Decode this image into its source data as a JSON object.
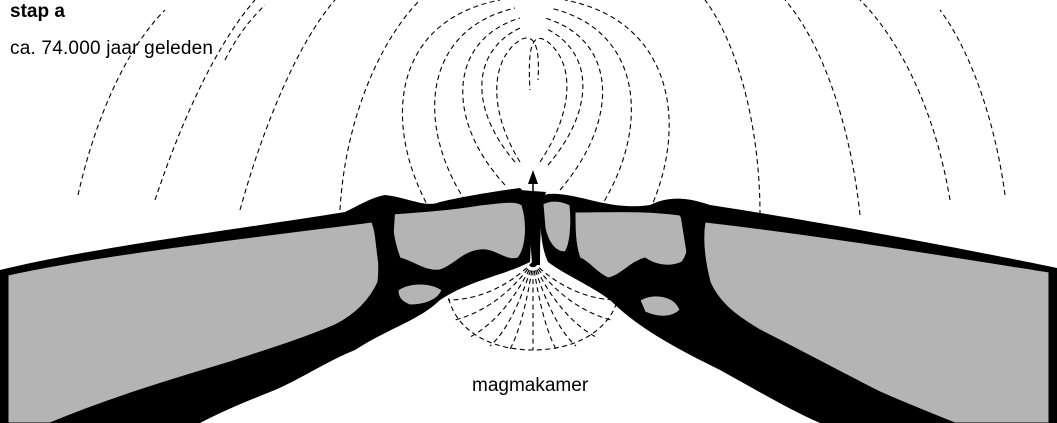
{
  "labels": {
    "stage": "stap a",
    "time": "ca. 74.000 jaar geleden",
    "chamber": "magmakamer"
  },
  "colors": {
    "rock": "#b4b4b4",
    "magma": "#000000",
    "background": "#ffffff"
  }
}
